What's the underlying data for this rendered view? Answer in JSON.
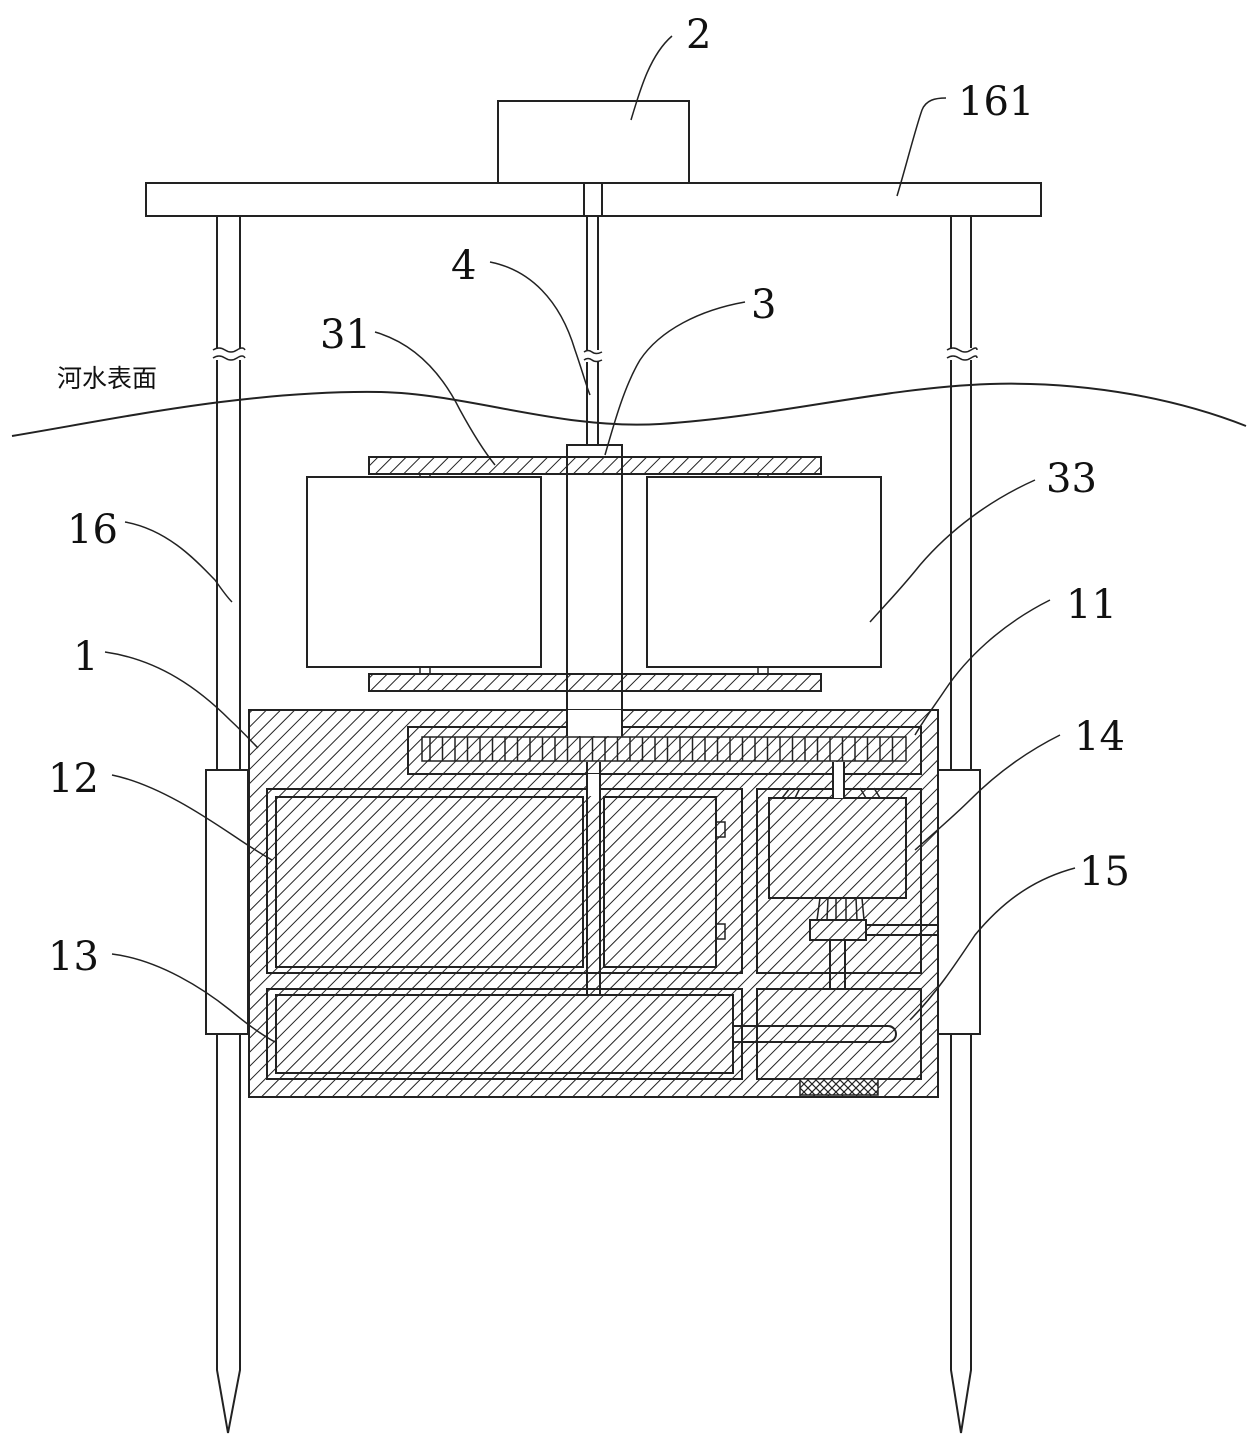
{
  "diagram": {
    "water_surface_label": "河水表面",
    "labels": {
      "l2": "2",
      "l161": "161",
      "l4": "4",
      "l3": "3",
      "l31": "31",
      "l33": "33",
      "l16": "16",
      "l11": "11",
      "l1": "1",
      "l14": "14",
      "l12": "12",
      "l15": "15",
      "l13": "13"
    }
  }
}
